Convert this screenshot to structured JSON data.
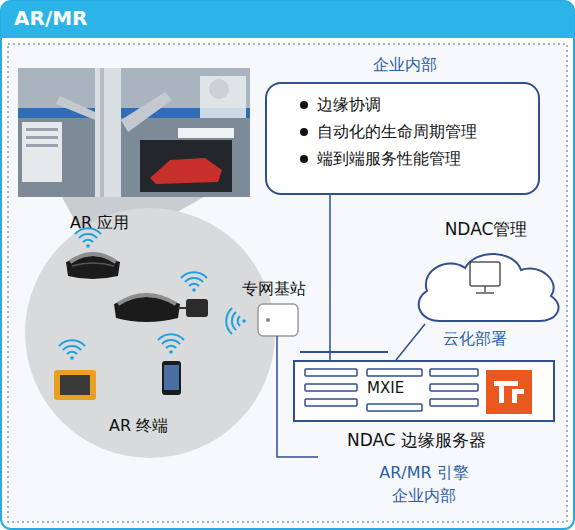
{
  "diagram": {
    "title": "AR/MR",
    "nodes": [
      {
        "text": [
          "企业内部",
          "边缘协调",
          "自动化的生命周期管理",
          "端到端服务性能管理"
        ]
      },
      {
        "text": [
          "AR 应用",
          "AR 终端"
        ]
      },
      {
        "text": [
          "专网基站"
        ]
      },
      {
        "text": [
          "NDAC管理",
          "云化部署"
        ]
      },
      {
        "text": [
          "MXIE",
          "NDAC 边缘服务器"
        ]
      }
    ],
    "edges": [
      {
        "from": 0,
        "to": 4,
        "arrow": "none"
      },
      {
        "from": 3,
        "to": 4,
        "arrow": "none"
      }
    ],
    "labels": [
      "AR/MR 引擎 企业内部"
    ]
  }
}
